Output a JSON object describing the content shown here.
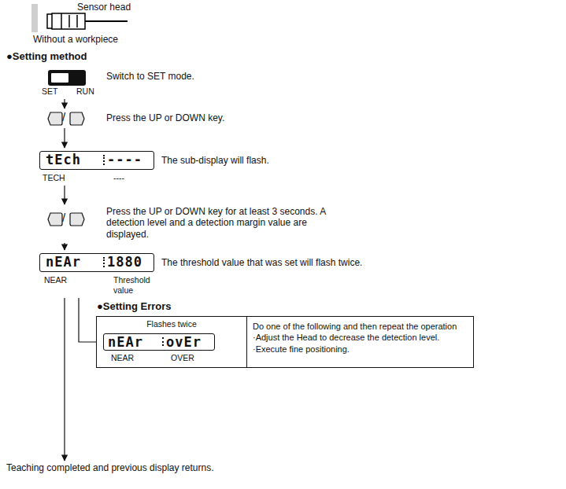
{
  "diagram": {
    "nodes": [
      {
        "text": [
          "SET",
          "RUN",
          "Switch to SET mode."
        ]
      },
      {
        "text": [
          "/",
          "Press the UP or DOWN key."
        ]
      },
      {
        "text": [
          "tEch",
          "----",
          "TECH",
          "----",
          "The sub-display will flash."
        ]
      },
      {
        "text": [
          "/",
          "Press the UP or DOWN key for at least 3 seconds. A detection level and a detection margin value are displayed."
        ]
      },
      {
        "text": [
          "nEAr",
          "1880",
          "NEAR",
          "Threshold value",
          "The threshold value that was set will flash twice."
        ]
      },
      {
        "text": [
          "●Setting Errors",
          "Flashes twice",
          "nEAr",
          "ovEr",
          "NEAR",
          "OVER",
          "Do one of the following and then repeat the operation",
          "·Adjust the Head to decrease the detection level.",
          "·Execute fine positioning."
        ]
      },
      {
        "text": [
          "Teaching completed and previous display returns."
        ]
      }
    ],
    "edges": [
      {
        "from": 0,
        "to": 1,
        "arrow": "to"
      },
      {
        "from": 1,
        "to": 2,
        "arrow": "to"
      },
      {
        "from": 2,
        "to": 3,
        "arrow": "to"
      },
      {
        "from": 3,
        "to": 4,
        "arrow": "to"
      },
      {
        "from": 4,
        "to": 6,
        "arrow": "to"
      },
      {
        "from": 4,
        "to": 5,
        "arrow": "none"
      }
    ],
    "labels": [
      "Sensor head",
      "Without a workpiece",
      "●Setting method"
    ]
  }
}
